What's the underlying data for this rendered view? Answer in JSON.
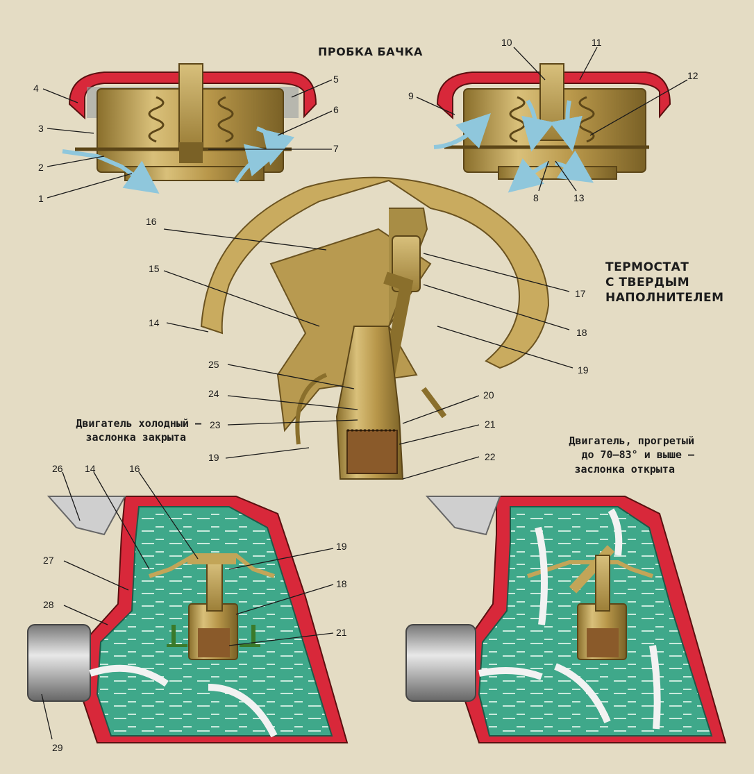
{
  "titles": {
    "cap_title": "ПРОБКА БАЧКА",
    "thermostat_line1": "ТЕРМОСТАТ",
    "thermostat_line2": "С ТВЕРДЫМ",
    "thermostat_line3": "НАПОЛНИТЕЛЕМ"
  },
  "captions": {
    "cold_line1": "Двигатель холодный —",
    "cold_line2": "заслонка закрыта",
    "warm_line1": "Двигатель, прогретый",
    "warm_line2": "до 70—83° и выше —",
    "warm_line3": "заслонка открыта"
  },
  "callouts": {
    "c1": "1",
    "c2": "2",
    "c3": "3",
    "c4": "4",
    "c5": "5",
    "c6": "6",
    "c7": "7",
    "c8": "8",
    "c9": "9",
    "c10": "10",
    "c11": "11",
    "c12": "12",
    "c13": "13",
    "c14": "14",
    "c15": "15",
    "c16": "16",
    "c17": "17",
    "c18": "18",
    "c19": "19",
    "c20": "20",
    "c21": "21",
    "c22": "22",
    "c23": "23",
    "c24": "24",
    "c25": "25",
    "b14": "14",
    "b16": "16",
    "b19a": "19",
    "b18": "18",
    "b21": "21",
    "b19": "19",
    "b26": "26",
    "b27": "27",
    "b28": "28",
    "b29": "29"
  },
  "colors": {
    "background": "#e4dcc4",
    "brass": "#c2a558",
    "brass_dark": "#8a6f2c",
    "rubber_red": "#d8283a",
    "coolant_green": "#3fa88a",
    "hose_grey": "#9a9a9a",
    "arrow_blue": "#8fc7dc"
  }
}
